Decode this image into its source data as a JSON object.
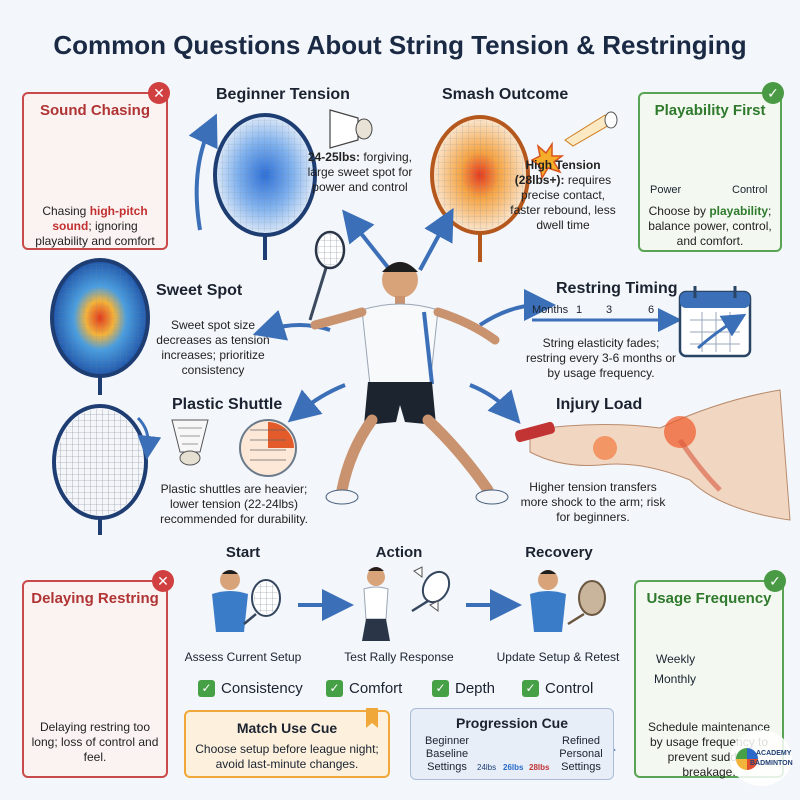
{
  "title": "Common Questions About String Tension & Restringing",
  "colors": {
    "bad": "#c94a4a",
    "good": "#58a452",
    "arrow": "#3b6fb8",
    "accent": "#e04c2c"
  },
  "sound_chasing": {
    "title": "Sound Chasing",
    "text_a": "Chasing ",
    "text_hl": "high-pitch sound",
    "text_b": "; ignoring playability and comfort",
    "badge": "✕",
    "icons": [
      "ear-icon",
      "racket-icon",
      "sound-wave-icon",
      "shuttlecock-icon"
    ]
  },
  "beginner_tension": {
    "title": "Beginner Tension",
    "range": "24-25lbs:",
    "text": "forgiving, large sweet spot for power and control"
  },
  "smash_outcome": {
    "title": "Smash Outcome",
    "range": "High Tension (28lbs+):",
    "text": "requires precise contact, faster rebound, less dwell time"
  },
  "playability_first": {
    "title": "Playability First",
    "label_power": "Power",
    "label_control": "Control",
    "text_a": "Choose by ",
    "text_hl": "playability",
    "text_b": "; balance power, control, and comfort.",
    "badge": "✓"
  },
  "sweet_spot": {
    "title": "Sweet Spot",
    "text": "Sweet spot size decreases as tension increases; prioritize consistency"
  },
  "restring_timing": {
    "title": "Restring Timing",
    "scale_label": "Months",
    "ticks": [
      "1",
      "3",
      "6"
    ],
    "text": "String elasticity fades; restring every 3-6 months or by usage frequency."
  },
  "plastic_shuttle": {
    "title": "Plastic Shuttle",
    "text": "Plastic shuttles are heavier; lower tension (22-24lbs) recommended for durability."
  },
  "injury_load": {
    "title": "Injury Load",
    "text": "Higher tension transfers more shock to the arm; risk for beginners."
  },
  "delaying_restring": {
    "title": "Delaying Restring",
    "text": "Delaying restring too long; loss of control and feel.",
    "badge": "✕"
  },
  "steps": [
    {
      "title": "Start",
      "caption": "Assess Current Setup"
    },
    {
      "title": "Action",
      "caption": "Test Rally Response"
    },
    {
      "title": "Recovery",
      "caption": "Update Setup & Retest"
    }
  ],
  "checks": [
    "Consistency",
    "Comfort",
    "Depth",
    "Control"
  ],
  "match_cue": {
    "title": "Match Use Cue",
    "text": "Choose setup before league night; avoid last-minute changes."
  },
  "progression_cue": {
    "title": "Progression Cue",
    "left": "Beginner Baseline Settings",
    "right": "Refined Personal Settings",
    "values": [
      "24lbs",
      "26lbs",
      "28lbs"
    ]
  },
  "usage_frequency": {
    "title": "Usage Frequency",
    "cal_weekly": "Weekly",
    "cal_monthly": "Monthly",
    "text": "Schedule maintenance by usage frequency to prevent sudden breakage.",
    "badge": "✓"
  },
  "logo": {
    "line1": "ACADEMY",
    "line2": "BADMINTON"
  }
}
